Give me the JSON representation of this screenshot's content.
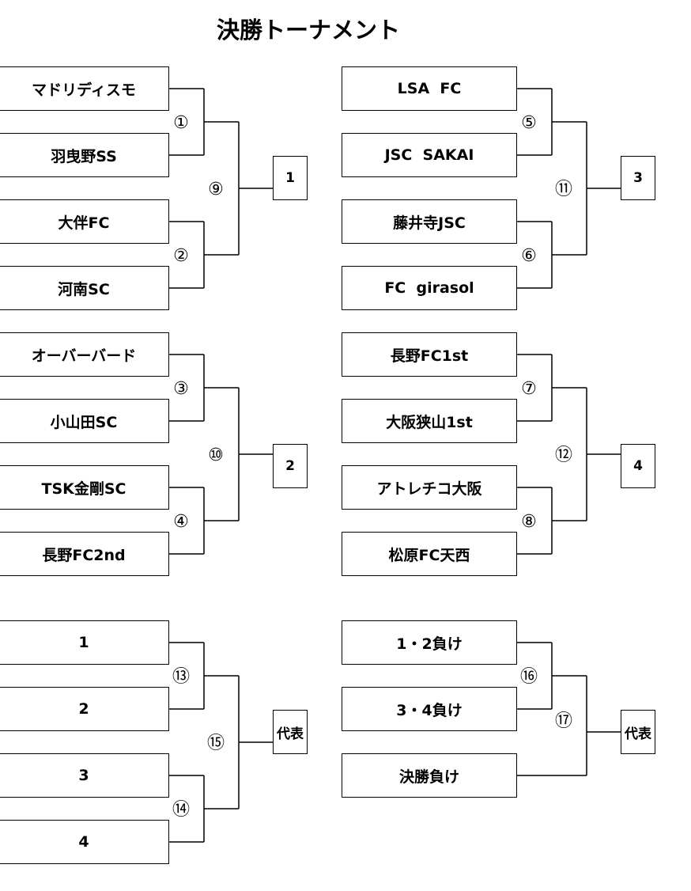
{
  "title": "決勝トーナメント",
  "blocks": [
    {
      "teams": [
        "マドリディスモ",
        "羽曳野SS",
        "大伴FC",
        "河南SC"
      ],
      "matches": [
        "①",
        "②"
      ],
      "final": "⑨",
      "result": "1"
    },
    {
      "teams": [
        "LSA  FC",
        "JSC  SAKAI",
        "藤井寺JSC",
        "FC  girasol"
      ],
      "matches": [
        "⑤",
        "⑥"
      ],
      "final": "⑪",
      "result": "3"
    },
    {
      "teams": [
        "オーバーバード",
        "小山田SC",
        "TSK金剛SC",
        "長野FC2nd"
      ],
      "matches": [
        "③",
        "④"
      ],
      "final": "⑩",
      "result": "2"
    },
    {
      "teams": [
        "長野FC1st",
        "大阪狭山1st",
        "アトレチコ大阪",
        "松原FC天西"
      ],
      "matches": [
        "⑦",
        "⑧"
      ],
      "final": "⑫",
      "result": "4"
    },
    {
      "teams": [
        "1",
        "2",
        "3",
        "4"
      ],
      "matches": [
        "⑬",
        "⑭"
      ],
      "final": "⑮",
      "result": "代表"
    }
  ],
  "block3": {
    "teams": [
      "1・2負け",
      "3・4負け",
      "決勝負け"
    ],
    "matches": [
      "⑯"
    ],
    "final": "⑰",
    "result": "代表"
  }
}
